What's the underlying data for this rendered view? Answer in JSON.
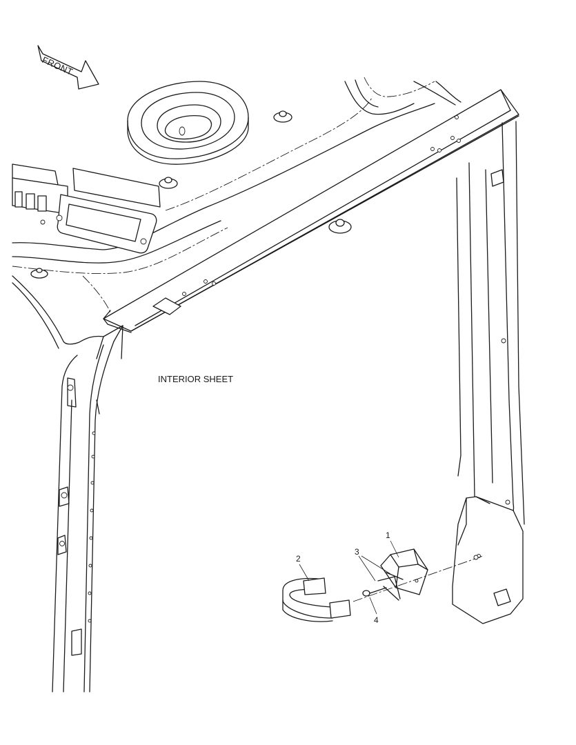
{
  "diagram": {
    "direction_label": "FRONT",
    "area_label": "INTERIOR SHEET",
    "callouts": [
      "1",
      "2",
      "3",
      "4"
    ]
  }
}
